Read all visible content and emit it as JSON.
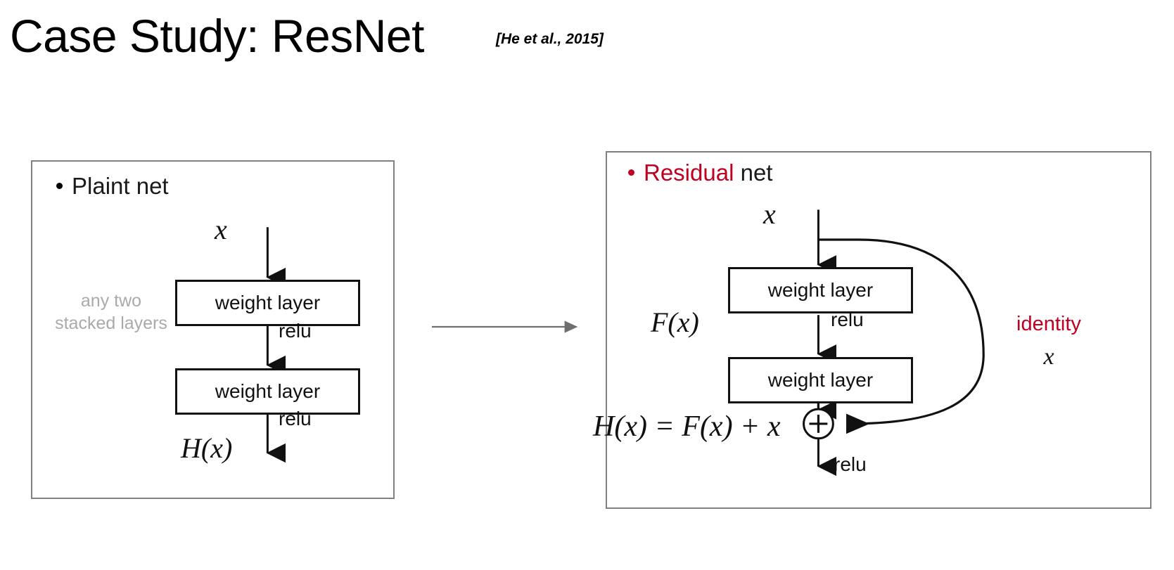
{
  "slide": {
    "title": "Case Study: ResNet",
    "citation": "[He et al., 2015]"
  },
  "colors": {
    "accent_red": "#C00020",
    "panel_border": "#808080",
    "box_border": "#111111",
    "gray_text": "#aaaaaa",
    "arrow_gray": "#6e6e6e"
  },
  "transition_arrow": {
    "label": "",
    "direction": "right"
  },
  "plain_panel": {
    "heading_bullet": "bullet-dot",
    "heading_text": "Plaint net",
    "side_note_line1": "any two",
    "side_note_line2": "stacked layers",
    "input_label": "x",
    "boxes": [
      {
        "label": "weight layer"
      },
      {
        "label": "weight layer"
      }
    ],
    "activation_labels": [
      "relu",
      "relu"
    ],
    "output_label": "H(x)"
  },
  "residual_panel": {
    "heading_bullet": "bullet-dot",
    "heading_keyword": "Residual",
    "heading_rest": " net",
    "input_label": "x",
    "function_label": "F(x)",
    "boxes": [
      {
        "label": "weight layer"
      },
      {
        "label": "weight layer"
      }
    ],
    "activation_labels": [
      "relu",
      "relu"
    ],
    "sum_symbol": "+",
    "equation": "H(x) = F(x) + x",
    "skip_label": "identity",
    "skip_value": "x"
  }
}
